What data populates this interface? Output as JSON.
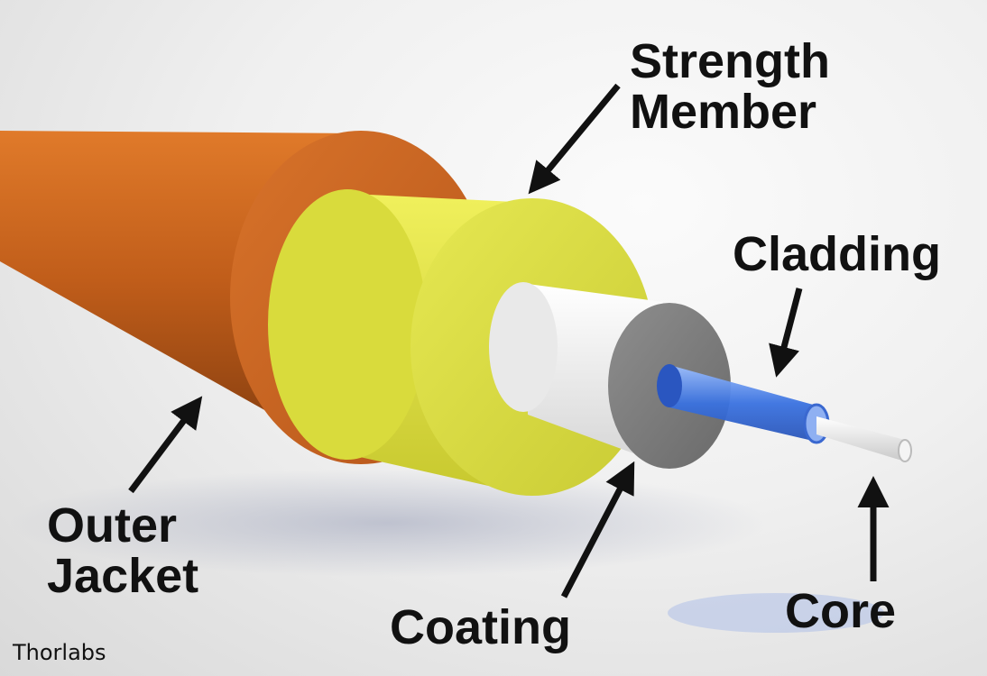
{
  "labels": {
    "strength_member": [
      "Strength",
      "Member"
    ],
    "cladding": "Cladding",
    "outer_jacket": [
      "Outer",
      "Jacket"
    ],
    "coating": "Coating",
    "core": "Core"
  },
  "credit": "Thorlabs",
  "colors": {
    "outer_jacket": "#c8621e",
    "strength_member": "#e3e54a",
    "coating": "#f2f2f2",
    "buffer": "#808080",
    "cladding": "#3e78e0",
    "core": "#e2e2e2",
    "text": "#111111"
  },
  "icons": [
    "arrow-strength-member-icon",
    "arrow-cladding-icon",
    "arrow-outer-jacket-icon",
    "arrow-coating-icon",
    "arrow-core-icon"
  ]
}
